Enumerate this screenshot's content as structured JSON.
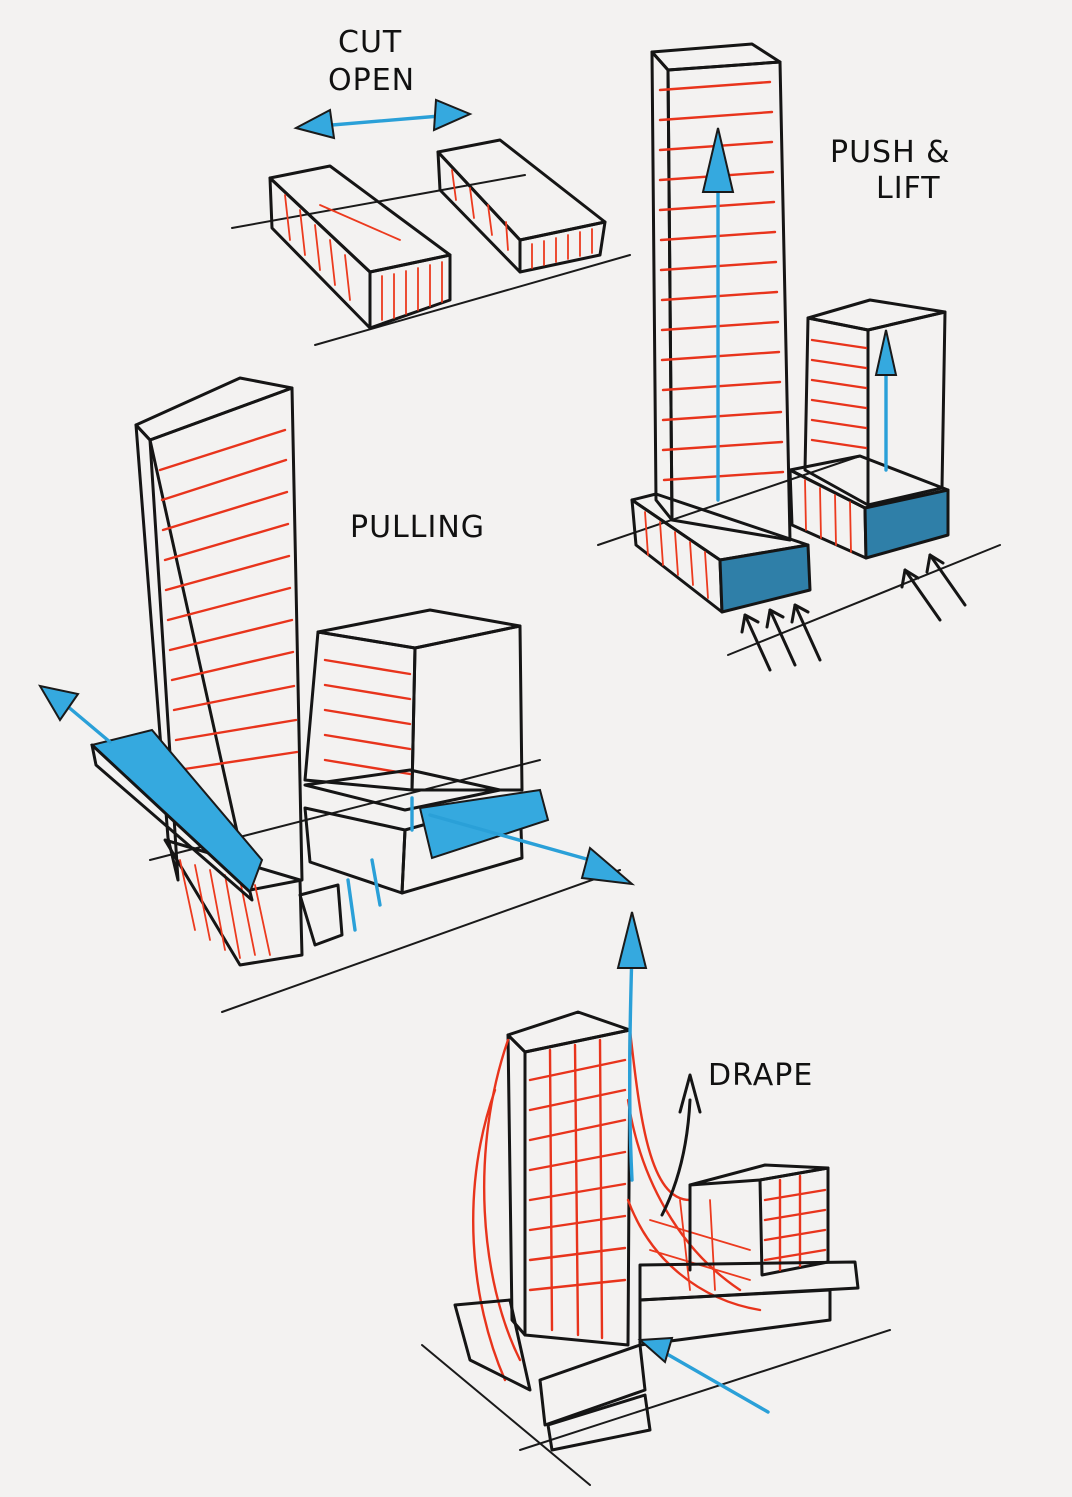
{
  "labels": {
    "cut_open_1": "CUT",
    "cut_open_2": "OPEN",
    "push_lift_1": "PUSH &",
    "push_lift_2": "LIFT",
    "pulling": "PULLING",
    "drape": "DRAPE"
  },
  "colors": {
    "ink": "#151515",
    "hatch_red": "#e8341c",
    "arrow_blue": "#2aa0d8",
    "paper": "#f3f2f1"
  }
}
